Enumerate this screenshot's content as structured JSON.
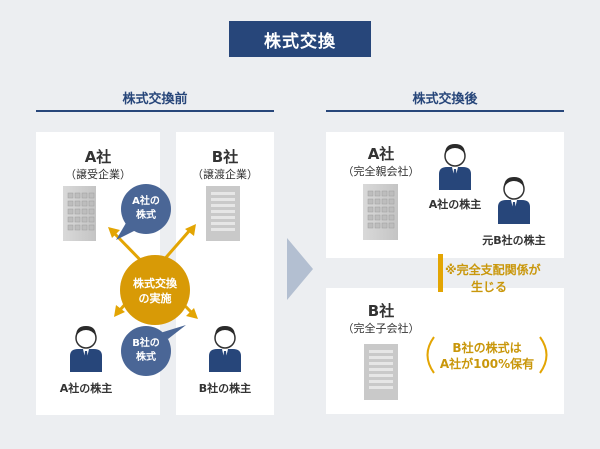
{
  "title": "株式交換",
  "colors": {
    "navy": "#27467a",
    "gold": "#e3a503",
    "background": "#eceef1",
    "panel": "#ffffff",
    "bubble": "#4a6696",
    "arrow": "#b3bfd1"
  },
  "before": {
    "heading": "株式交換前",
    "company_a": {
      "name": "A社",
      "role": "（譲受企業）"
    },
    "company_b": {
      "name": "B社",
      "role": "（譲渡企業）"
    },
    "bubble_a": "A社の\n株式",
    "bubble_b": "B社の\n株式",
    "exchange_label": "株式交換\nの実施",
    "shareholder_a": "A社の株主",
    "shareholder_b": "B社の株主"
  },
  "after": {
    "heading": "株式交換後",
    "company_a": {
      "name": "A社",
      "role": "（完全親会社）"
    },
    "company_b": {
      "name": "B社",
      "role": "（完全子会社）"
    },
    "shareholder_a": "A社の株主",
    "former_shareholder_b": "元B社の株主",
    "control_note_line1": "※完全支配関係が",
    "control_note_line2": "生じる",
    "ownership_line1": "B社の株式は",
    "ownership_line2": "A社が100%保有"
  },
  "icons": [
    "building-icon",
    "shareholder-icon",
    "exchange-arrows",
    "transition-arrow-icon"
  ]
}
